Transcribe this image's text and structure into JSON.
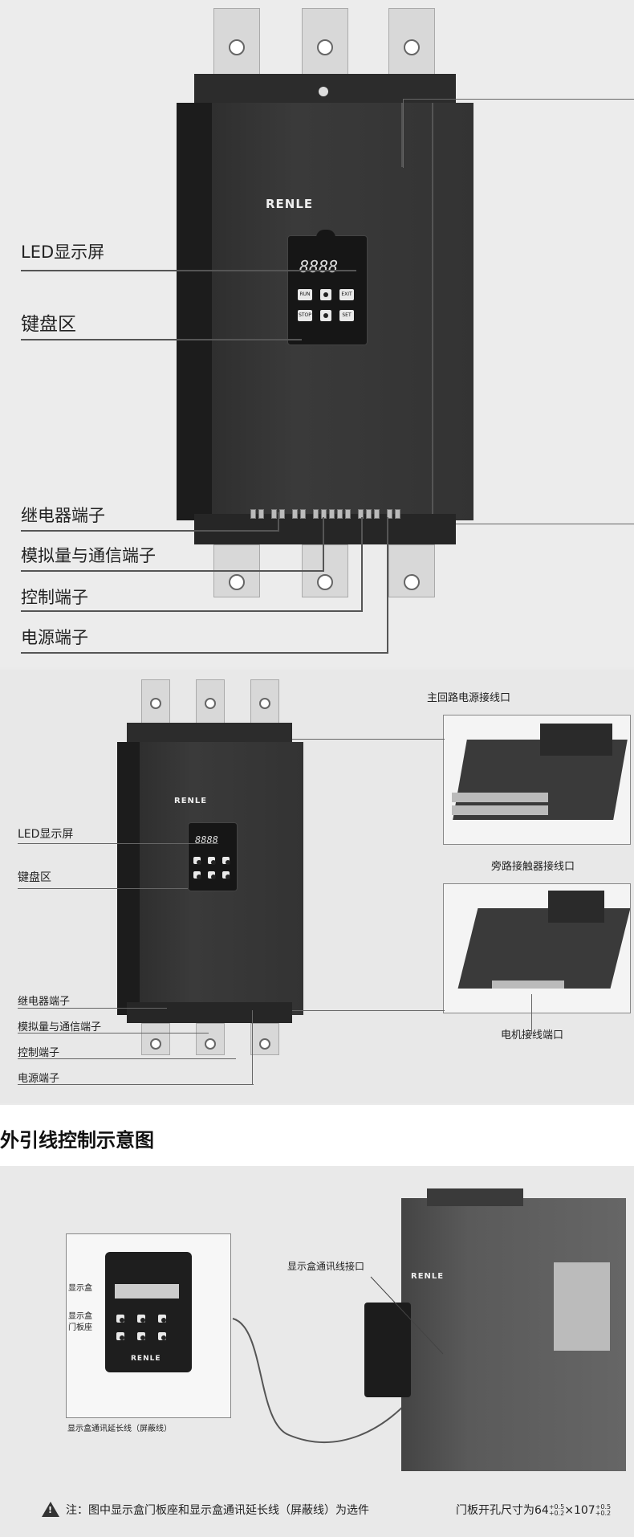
{
  "panel1": {
    "brand": "RENLE",
    "display": "8888",
    "labels": {
      "led": "LED显示屏",
      "keypad": "键盘区",
      "relay": "继电器端子",
      "analog": "模拟量与通信端子",
      "control": "控制端子",
      "power": "电源端子"
    },
    "keys": [
      "RUN",
      "EXIT",
      "STOP",
      "SET"
    ]
  },
  "panel2": {
    "brand": "RENLE",
    "display": "8888",
    "labels": {
      "led": "LED显示屏",
      "keypad": "键盘区",
      "relay": "继电器端子",
      "analog": "模拟量与通信端子",
      "control": "控制端子",
      "power": "电源端子",
      "main_power": "主回路电源接线口",
      "bypass": "旁路接触器接线口",
      "motor": "电机接线端口"
    }
  },
  "section_title": "外引线控制示意图",
  "panel3": {
    "brand_box": "RENLE",
    "brand_unit": "RENLE",
    "display_box": "显示盒",
    "door_seat": "显示盒\n门板座",
    "interface": "显示盒通讯线接口",
    "cable": "显示盒通讯延长线（屏蔽线）",
    "note": "注：图中显示盒门板座和显示盒通讯延长线（屏蔽线）为选件",
    "cutout_prefix": "门板开孔尺寸为64",
    "cutout_sup1": "+0.5",
    "cutout_sub1": "+0.2",
    "cutout_mid": "×107",
    "cutout_sup2": "+0.5",
    "cutout_sub2": "+0.2",
    "warning_mark": "!"
  }
}
